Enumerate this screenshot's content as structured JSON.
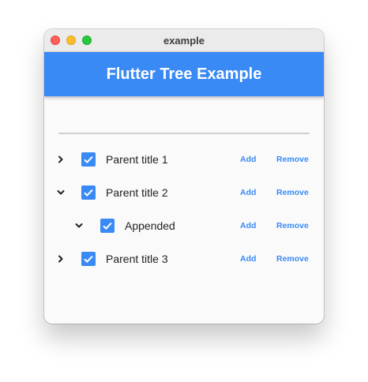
{
  "window": {
    "title": "example"
  },
  "appbar": {
    "title": "Flutter Tree Example"
  },
  "tree": {
    "items": [
      {
        "label": "Parent title 1",
        "checked": true,
        "expanded": false,
        "add_label": "Add",
        "remove_label": "Remove"
      },
      {
        "label": "Parent title 2",
        "checked": true,
        "expanded": true,
        "add_label": "Add",
        "remove_label": "Remove"
      },
      {
        "label": "Appended",
        "checked": true,
        "expanded": true,
        "add_label": "Add",
        "remove_label": "Remove"
      },
      {
        "label": "Parent title 3",
        "checked": true,
        "expanded": false,
        "add_label": "Add",
        "remove_label": "Remove"
      }
    ]
  },
  "colors": {
    "accent": "#3a8af5",
    "background": "#fafafa",
    "titlebar": "#ebebeb"
  }
}
